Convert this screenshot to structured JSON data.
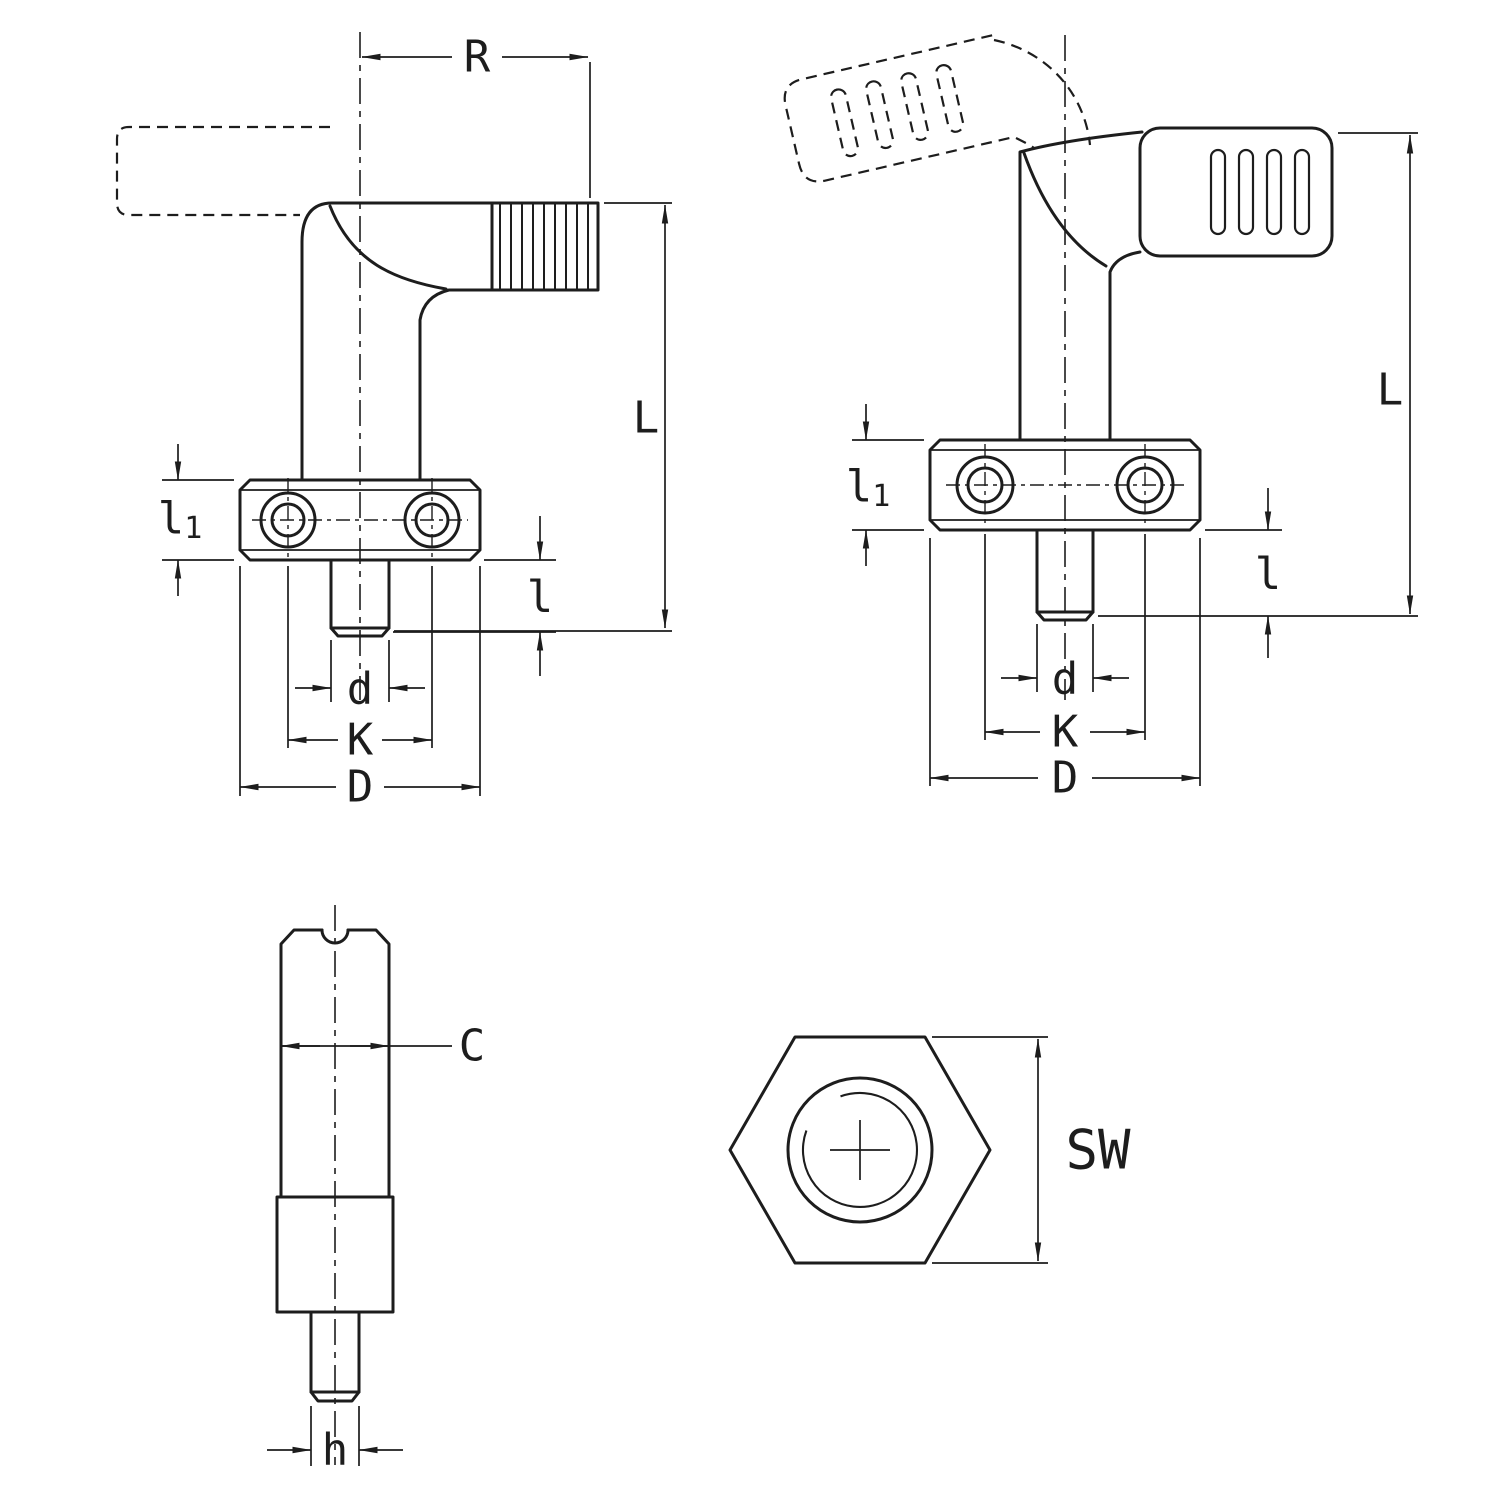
{
  "drawing": {
    "background": "#ffffff",
    "line_color": "#1d1d1d"
  },
  "views": {
    "side_handle_right": {
      "dims": {
        "R": "R",
        "L": "L",
        "l1": "l",
        "l1_sub": "1",
        "l": "l",
        "d": "d",
        "K": "K",
        "D": "D"
      }
    },
    "side_handle_engaged": {
      "dims": {
        "L": "L",
        "l1": "l",
        "l1_sub": "1",
        "l": "l",
        "d": "d",
        "K": "K",
        "D": "D"
      }
    },
    "pin_detail": {
      "dims": {
        "C": "C",
        "h": "h"
      }
    },
    "nut_top": {
      "dims": {
        "SW": "SW"
      }
    }
  }
}
